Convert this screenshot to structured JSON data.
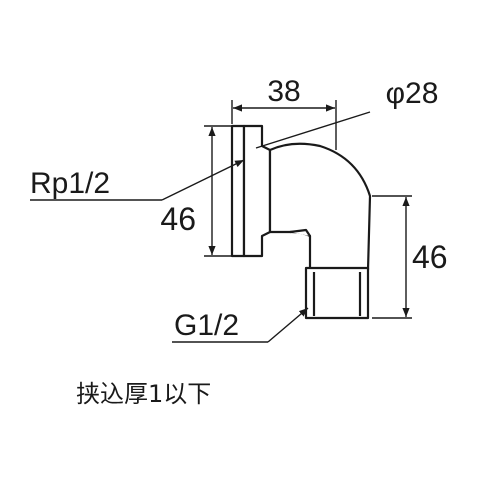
{
  "dimensions": {
    "top_width": "38",
    "diameter": "φ28",
    "left_height": "46",
    "right_height": "46"
  },
  "threads": {
    "inlet": "Rp1/2",
    "outlet": "G1/2"
  },
  "note": "挟込厚1以下"
}
